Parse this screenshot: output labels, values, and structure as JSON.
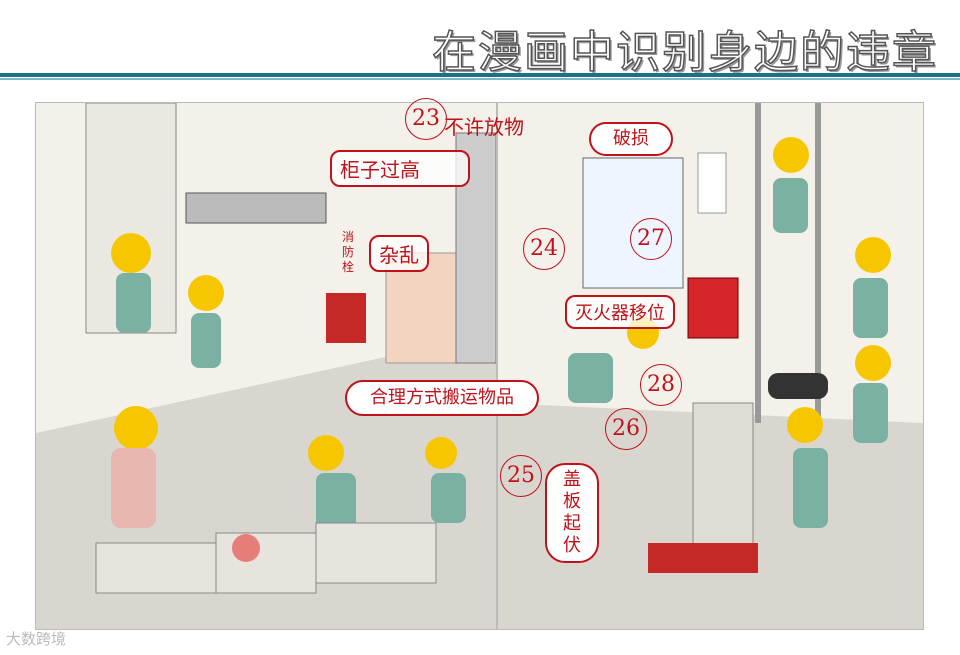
{
  "title": "在漫画中识别身边的违章",
  "labels": {
    "no_place": "不许放物",
    "cabinet_high": "柜子过高",
    "clutter": "杂乱",
    "hydrant": "消防栓",
    "broken": "破损",
    "extinguisher_moved": "灭火器移位",
    "proper_carry": "合理方式搬运物品",
    "cover_uneven": "盖板起伏"
  },
  "numbers": {
    "n23": "23",
    "n24": "24",
    "n25": "25",
    "n26": "26",
    "n27": "27",
    "n28": "28"
  },
  "watermark": "大数跨境"
}
